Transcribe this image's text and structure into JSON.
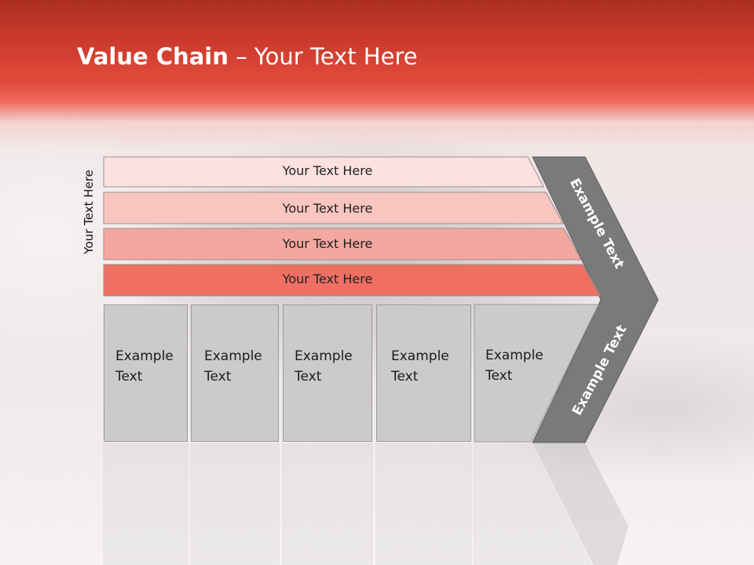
{
  "title": {
    "bold": "Value Chain",
    "rest": " – Your Text Here"
  },
  "side_label": "Your Text Here",
  "bars": [
    {
      "label": "Your Text Here",
      "color": "#fde0e0"
    },
    {
      "label": "Your Text Here",
      "color": "#f9c5bf"
    },
    {
      "label": "Your Text Here",
      "color": "#f4a79e"
    },
    {
      "label": "Your Text Here",
      "color": "#ef6f62"
    }
  ],
  "boxes": [
    {
      "line1": "Example",
      "line2": "Text"
    },
    {
      "line1": "Example",
      "line2": "Text"
    },
    {
      "line1": "Example",
      "line2": "Text"
    },
    {
      "line1": "Example",
      "line2": "Text"
    },
    {
      "line1": "Example",
      "line2": "Text"
    }
  ],
  "chevron_upper": "Example Text",
  "chevron_lower": "Example Text",
  "colors": {
    "header": "#e24b3b",
    "chevron": "#7a7a7a",
    "box": "#cbcbcb"
  }
}
